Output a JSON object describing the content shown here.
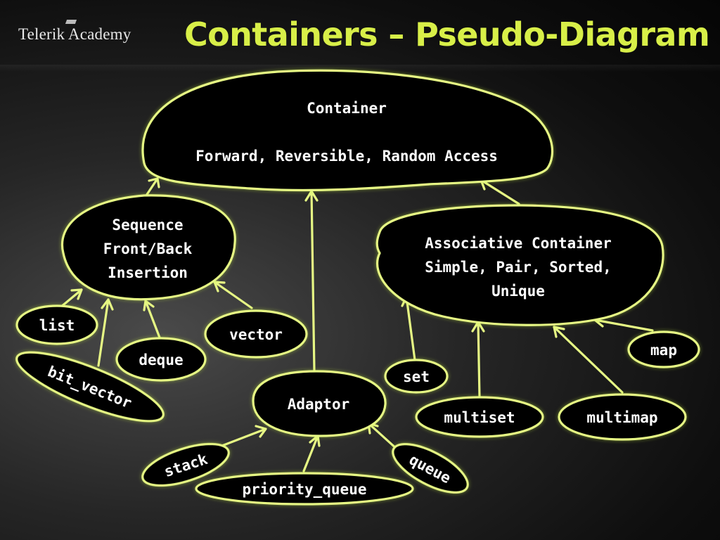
{
  "header": {
    "logo_text": "Telerik Academy",
    "title": "Containers – Pseudo-Diagram"
  },
  "diagram": {
    "container": {
      "line1": "Container",
      "line2": "Forward, Reversible, Random Access"
    },
    "sequence": {
      "line1": "Sequence",
      "line2": "Front/Back",
      "line3": "Insertion"
    },
    "associative": {
      "line1": "Associative Container",
      "line2": "Simple, Pair, Sorted,",
      "line3": "Unique"
    },
    "adaptor": {
      "label": "Adaptor"
    },
    "list": {
      "label": "list"
    },
    "bit_vector": {
      "label": "bit_vector"
    },
    "deque": {
      "label": "deque"
    },
    "vector": {
      "label": "vector"
    },
    "set": {
      "label": "set"
    },
    "multiset": {
      "label": "multiset"
    },
    "multimap": {
      "label": "multimap"
    },
    "map": {
      "label": "map"
    },
    "stack": {
      "label": "stack"
    },
    "priority_queue": {
      "label": "priority_queue"
    },
    "queue": {
      "label": "queue"
    }
  },
  "colors": {
    "title": "#d8ef48",
    "outline": "#e6f784",
    "node_fill": "#000000",
    "text": "#ffffff"
  }
}
